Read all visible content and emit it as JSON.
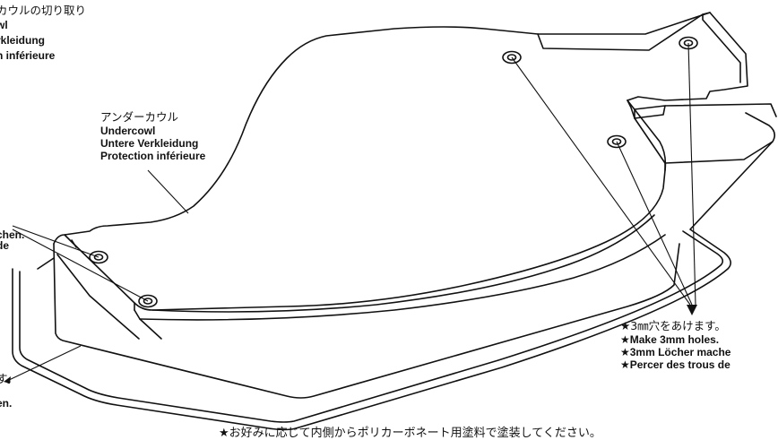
{
  "top_left_label": {
    "line1": "カウルの切り取り",
    "line2": "wl",
    "line3": "rkleidung",
    "line4": "n inférieure"
  },
  "undercowl_label": {
    "jp": "アンダーカウル",
    "en": "Undercowl",
    "de": "Untere Verkleidung",
    "fr": "Protection inférieure"
  },
  "left_mid_label": {
    "line1": "chen.",
    "line2": "de"
  },
  "left_lower_label": {
    "line1": "す。",
    "line2": "en."
  },
  "holes_label": {
    "jp": "★3㎜穴をあけます。",
    "en": "★Make 3mm holes.",
    "de": "★3mm Löcher mache",
    "fr": "★Percer des trous de"
  },
  "bottom_note": "★お好みに応じて内側からポリカーボネート用塗料で塗装してください。"
}
